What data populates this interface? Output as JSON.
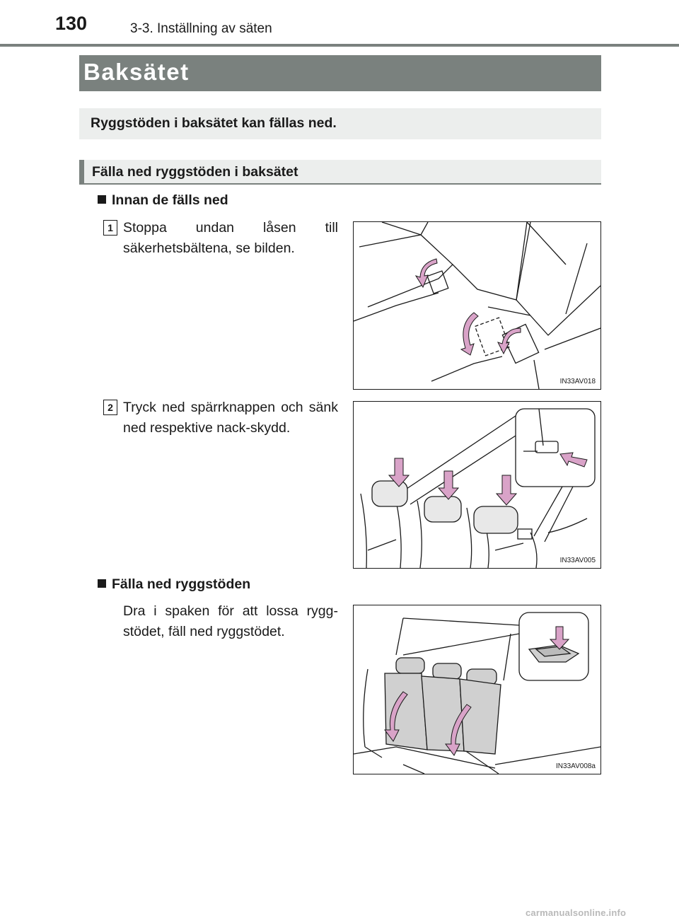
{
  "header": {
    "page_number": "130",
    "chapter": "3-3. Inställning av säten"
  },
  "title": "Baksätet",
  "intro": "Ryggstöden i baksätet kan fällas ned.",
  "section": {
    "heading": "Fälla ned ryggstöden i baksätet",
    "subsections": [
      {
        "heading": "Innan de fälls ned",
        "steps": [
          {
            "number": "1",
            "text": "Stoppa undan låsen till säkerhetsbältena, se bilden.",
            "figure_id": "IN33AV018"
          },
          {
            "number": "2",
            "text": "Tryck ned spärrknappen och sänk ned respektive nack-skydd.",
            "figure_id": "IN33AV005"
          }
        ]
      },
      {
        "heading": "Fälla ned ryggstöden",
        "text": "Dra i spaken för att lossa rygg-stödet, fäll ned ryggstödet.",
        "figure_id": "IN33AV008a"
      }
    ]
  },
  "footer": {
    "watermark": "carmanualsonline.info"
  },
  "colors": {
    "accent_gray": "#7a817e",
    "light_gray": "#eceeed",
    "arrow_pink": "#d9a3c8",
    "watermark": "#b9b9b9"
  }
}
